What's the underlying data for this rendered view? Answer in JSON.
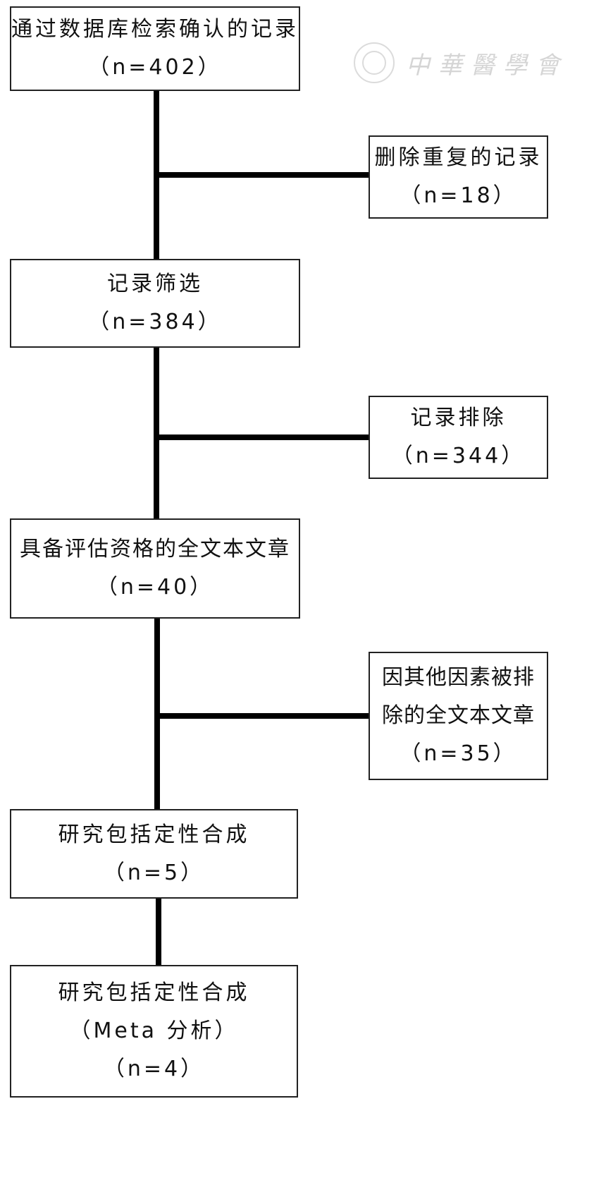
{
  "watermark": {
    "text": "中華醫學會"
  },
  "boxes": {
    "records_identified": {
      "line1": "通过数据库检索确认的记录",
      "count": "（n=402）"
    },
    "duplicates_removed": {
      "line1": "删除重复的记录",
      "count": "（n=18）"
    },
    "records_screened": {
      "line1": "记录筛选",
      "count": "（n=384）"
    },
    "records_excluded": {
      "line1": "记录排除",
      "count": "（n=344）"
    },
    "fulltext_assessed": {
      "line1": "具备评估资格的全文本文章",
      "count": "（n=40）"
    },
    "fulltext_excluded": {
      "line1": "因其他因素被排",
      "line2": "除的全文本文章",
      "count": "（n=35）"
    },
    "qualitative": {
      "line1": "研究包括定性合成",
      "count": "（n=5）"
    },
    "meta_analysis": {
      "line1": "研究包括定性合成",
      "line2": "（Meta 分析）",
      "count": "（n=4）"
    }
  }
}
